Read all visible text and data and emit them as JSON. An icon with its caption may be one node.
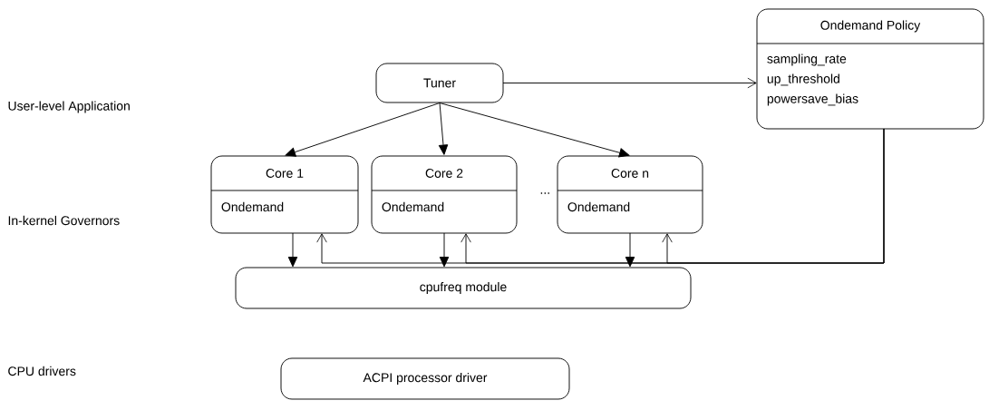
{
  "diagram": {
    "nodes": [
      {
        "text": [
          "Tuner"
        ]
      },
      {
        "text": [
          "Ondemand Policy",
          "sampling_rate",
          "up_threshold",
          "powersave_bias"
        ]
      },
      {
        "text": [
          "Core 1",
          "Ondemand"
        ]
      },
      {
        "text": [
          "Core 2",
          "Ondemand"
        ]
      },
      {
        "text": [
          "Core n",
          "Ondemand"
        ]
      },
      {
        "text": [
          "cpufreq module"
        ]
      },
      {
        "text": [
          "ACPI processor driver"
        ]
      }
    ],
    "edges": [
      {
        "from": 0,
        "to": 1,
        "arrow": "to"
      },
      {
        "from": 0,
        "to": 2,
        "arrow": "to"
      },
      {
        "from": 0,
        "to": 3,
        "arrow": "to"
      },
      {
        "from": 0,
        "to": 4,
        "arrow": "to"
      },
      {
        "from": 2,
        "to": 5,
        "arrow": "to"
      },
      {
        "from": 3,
        "to": 5,
        "arrow": "to"
      },
      {
        "from": 4,
        "to": 5,
        "arrow": "to"
      },
      {
        "from": 1,
        "to": 2,
        "arrow": "to"
      },
      {
        "from": 1,
        "to": 3,
        "arrow": "to"
      },
      {
        "from": 1,
        "to": 4,
        "arrow": "to"
      }
    ],
    "labels": [
      "User-level Application",
      "In-kernel Governors",
      "...",
      "CPU drivers"
    ]
  }
}
